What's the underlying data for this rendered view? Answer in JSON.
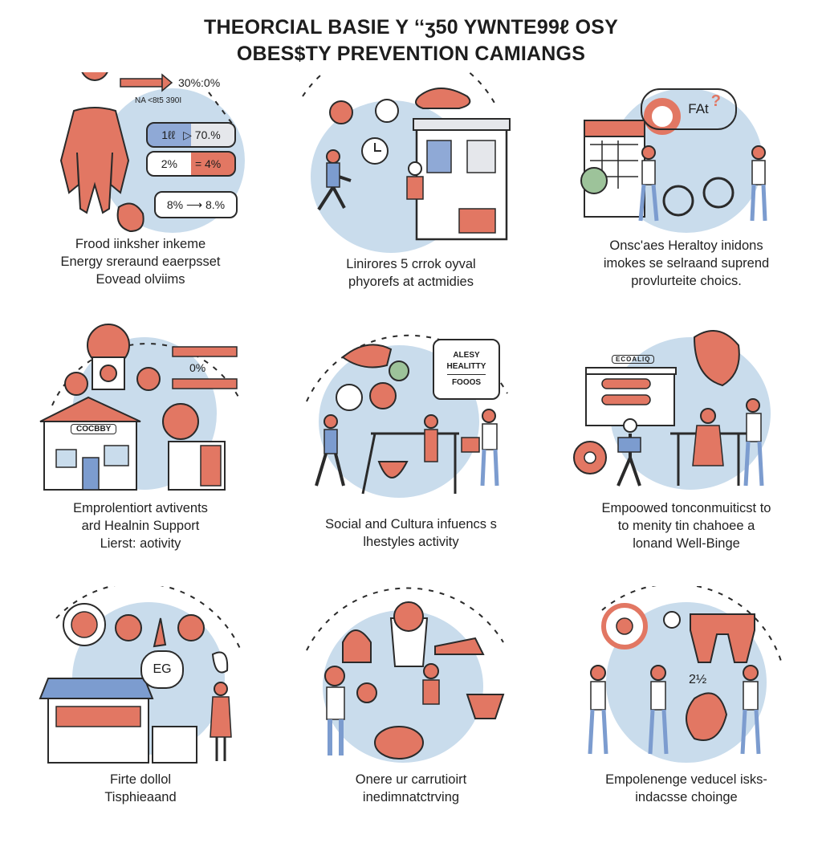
{
  "title": {
    "line1": "THEORCIAL BASIE Y ‘‘ʒ50 YWNTE99ℓ OSY",
    "line2": "OBES$TY PREVENTION CAMIANGS"
  },
  "colors": {
    "coral": "#e27763",
    "blue": "#7c9ccf",
    "circle": "#c9dcec",
    "ink": "#2a2a2a"
  },
  "panels": [
    {
      "caption": [
        "Frood iinksher inkeme",
        "Energy sreraund eaerpsset",
        "Eovead olviims"
      ],
      "labels": {
        "arrow_value": "30%:0%",
        "small": "NA <8t5 390I",
        "row1_left": "1ℓℓ",
        "row1_right": "▷ 70.%",
        "row2_left": "2%",
        "row2_right": "= 4%",
        "row3": "8% ⟶ 8.%"
      }
    },
    {
      "caption": [
        "Linirores 5 crrok oyval",
        "phyorefs at actmidies"
      ]
    },
    {
      "caption": [
        "Onsc'aes Heraltoy inidons",
        "imokes se selrаand suprend",
        "provlurteite choics."
      ],
      "labels": {
        "bubble": "FAt",
        "question": "?"
      }
    },
    {
      "caption": [
        "Emprolentiort avtivents",
        "ard Healnin Support",
        "Lierst: aotivity"
      ],
      "labels": {
        "sign": "COCBBY",
        "percent": "0%"
      }
    },
    {
      "caption": [
        "Social  and Cultura infuencs s",
        "lhestyles activity"
      ],
      "labels": {
        "bubble_line1": "ALESY",
        "bubble_line2": "HEALITTY",
        "bubble_line3": "FOOOS"
      }
    },
    {
      "caption": [
        "Empoowed tonconmuiticst to",
        "to menity tin chahoee a",
        "lonand Well-Binge"
      ],
      "labels": {
        "sign": "ECOALIQ"
      }
    },
    {
      "caption": [
        "Firte dollol",
        "Tisphieaand"
      ],
      "labels": {
        "bubble": "EG"
      }
    },
    {
      "caption": [
        "Onere ur carrutioirt",
        "inedimnatctrving"
      ]
    },
    {
      "caption": [
        "Empolenenge veducel isks-",
        "indacsse choinge"
      ],
      "labels": {
        "number": "2½"
      }
    }
  ]
}
